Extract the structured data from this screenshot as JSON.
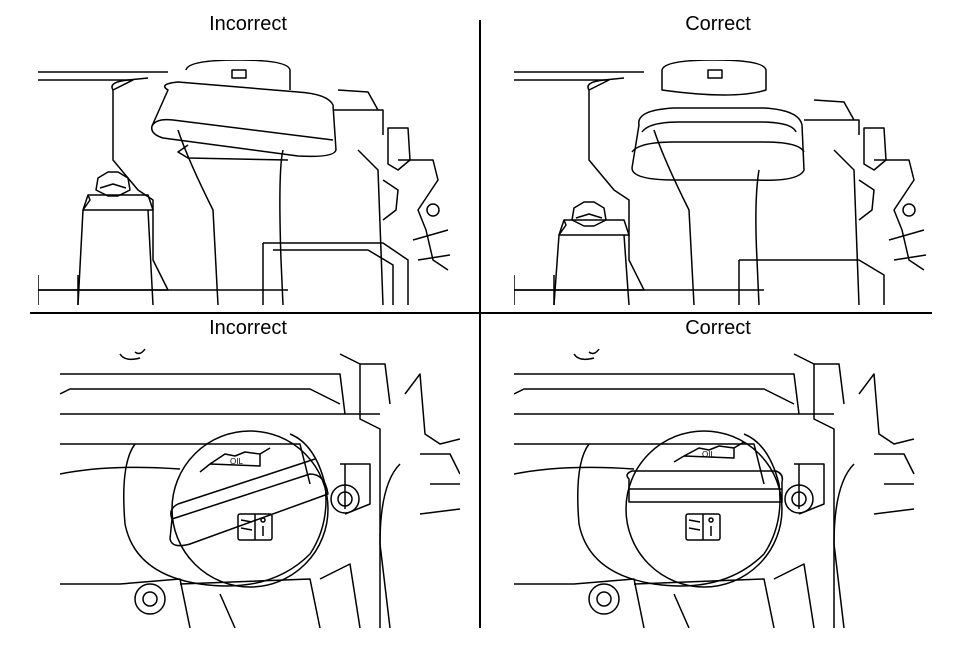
{
  "panels": [
    {
      "label": "Incorrect"
    },
    {
      "label": "Correct"
    },
    {
      "label": "Incorrect"
    },
    {
      "label": "Correct"
    }
  ],
  "cap_symbol_text": "OIL"
}
